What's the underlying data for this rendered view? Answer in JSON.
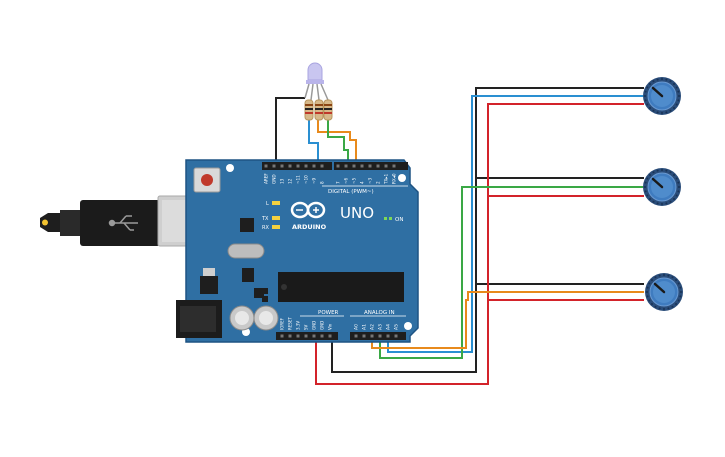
{
  "board": {
    "name": "UNO",
    "brand": "ARDUINO",
    "on_label": "ON",
    "led_l": "L",
    "led_tx": "TX",
    "led_rx": "RX",
    "digital_label": "DIGITAL (PWM~)",
    "power_label": "POWER",
    "analog_label": "ANALOG IN",
    "top_pins": [
      "AREF",
      "GND",
      "13",
      "12",
      "~11",
      "~10",
      "~9",
      "8",
      "7",
      "~6",
      "~5",
      "4",
      "~3",
      "2",
      "TX▸1",
      "RX◂0"
    ],
    "power_pins": [
      "IOREF",
      "RESET",
      "3.3V",
      "5V",
      "GND",
      "GND",
      "Vin"
    ],
    "analog_pins": [
      "A0",
      "A1",
      "A2",
      "A3",
      "A4",
      "A5"
    ]
  },
  "colors": {
    "board": "#2f6fa3",
    "wire_black": "#222222",
    "wire_red": "#d3232a",
    "wire_blue": "#2a8fd1",
    "wire_green": "#3aa845",
    "wire_orange": "#e88a1c",
    "knob": "#3f7cc0"
  },
  "icons": {
    "usb": "usb-icon",
    "arduino_logo": "infinity-logo-icon"
  }
}
